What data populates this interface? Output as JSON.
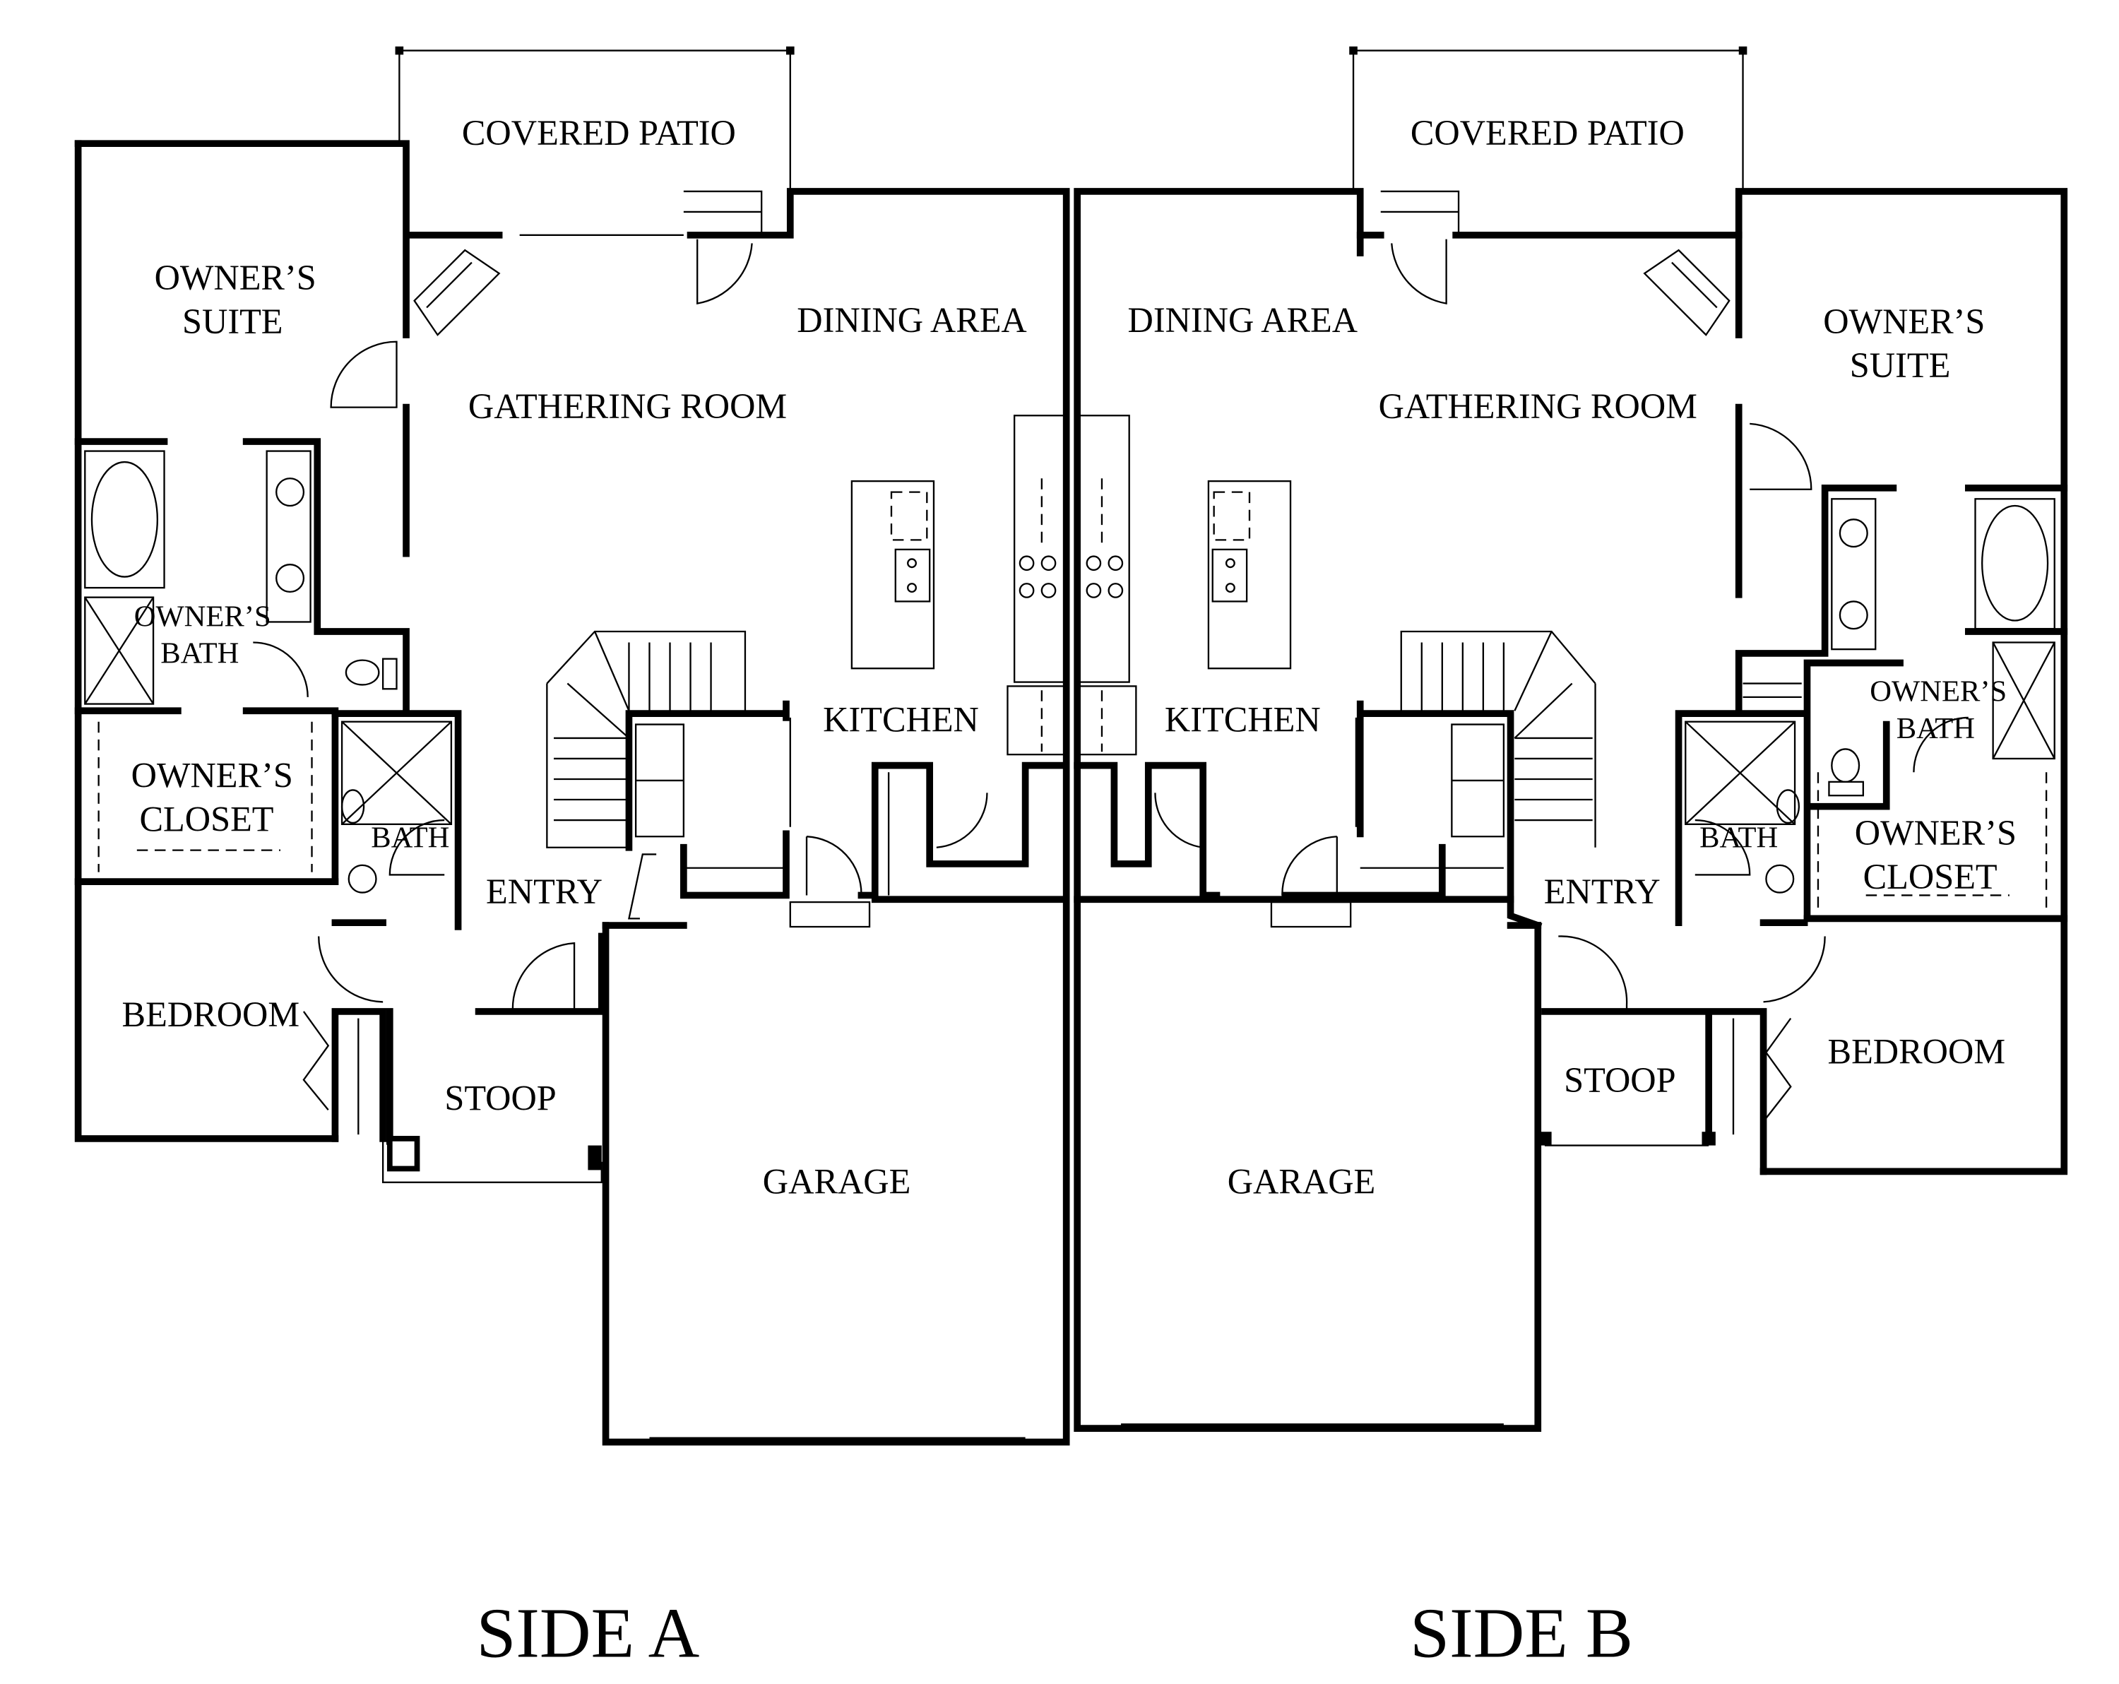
{
  "side_a": {
    "title": "SIDE A",
    "rooms": {
      "covered_patio": "COVERED PATIO",
      "owners_suite_1": "OWNER’S",
      "owners_suite_2": "SUITE",
      "dining_area": "DINING AREA",
      "gathering_room": "GATHERING ROOM",
      "owners_bath_1": "OWNER’S",
      "owners_bath_2": "BATH",
      "owners_closet_1": "OWNER’S",
      "owners_closet_2": "CLOSET",
      "bath": "BATH",
      "kitchen": "KITCHEN",
      "entry": "ENTRY",
      "bedroom": "BEDROOM",
      "stoop": "STOOP",
      "garage": "GARAGE"
    }
  },
  "side_b": {
    "title": "SIDE B",
    "rooms": {
      "covered_patio": "COVERED PATIO",
      "owners_suite_1": "OWNER’S",
      "owners_suite_2": "SUITE",
      "dining_area": "DINING AREA",
      "gathering_room": "GATHERING ROOM",
      "owners_bath_1": "OWNER’S",
      "owners_bath_2": "BATH",
      "owners_closet_1": "OWNER’S",
      "owners_closet_2": "CLOSET",
      "bath": "BATH",
      "kitchen": "KITCHEN",
      "entry": "ENTRY",
      "bedroom": "BEDROOM",
      "stoop": "STOOP",
      "garage": "GARAGE"
    }
  }
}
